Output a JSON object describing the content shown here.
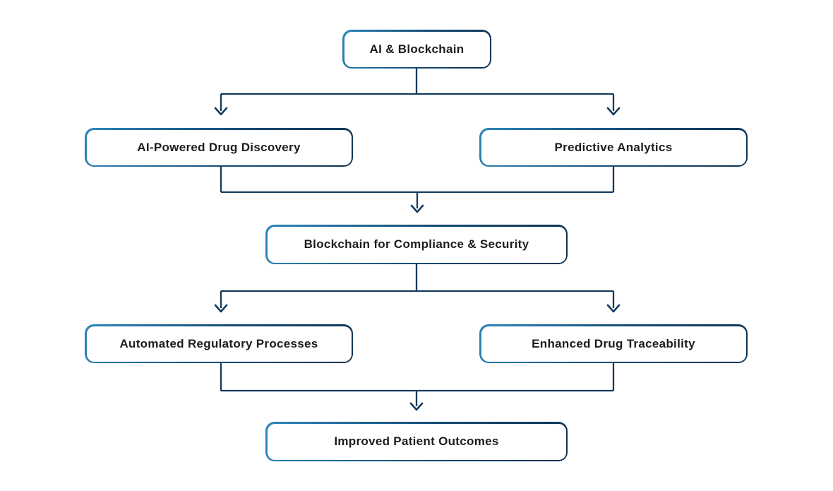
{
  "diagram": {
    "type": "flowchart",
    "nodes": {
      "root": {
        "label": "AI & Blockchain"
      },
      "discovery": {
        "label": "AI-Powered Drug Discovery"
      },
      "predictive": {
        "label": "Predictive Analytics"
      },
      "compliance": {
        "label": "Blockchain for Compliance & Security"
      },
      "regulatory": {
        "label": "Automated Regulatory Processes"
      },
      "traceability": {
        "label": "Enhanced Drug Traceability"
      },
      "outcomes": {
        "label": "Improved Patient Outcomes"
      }
    },
    "edges": [
      {
        "from": "root",
        "to": "discovery"
      },
      {
        "from": "root",
        "to": "predictive"
      },
      {
        "from": "discovery",
        "to": "compliance"
      },
      {
        "from": "predictive",
        "to": "compliance"
      },
      {
        "from": "compliance",
        "to": "regulatory"
      },
      {
        "from": "compliance",
        "to": "traceability"
      },
      {
        "from": "regulatory",
        "to": "outcomes"
      },
      {
        "from": "traceability",
        "to": "outcomes"
      }
    ],
    "colors": {
      "background": "#ffffff",
      "line": "#143a5e",
      "border_start": "#2e86ba",
      "border_end": "#0d3254",
      "text": "#1c1c1c"
    }
  }
}
